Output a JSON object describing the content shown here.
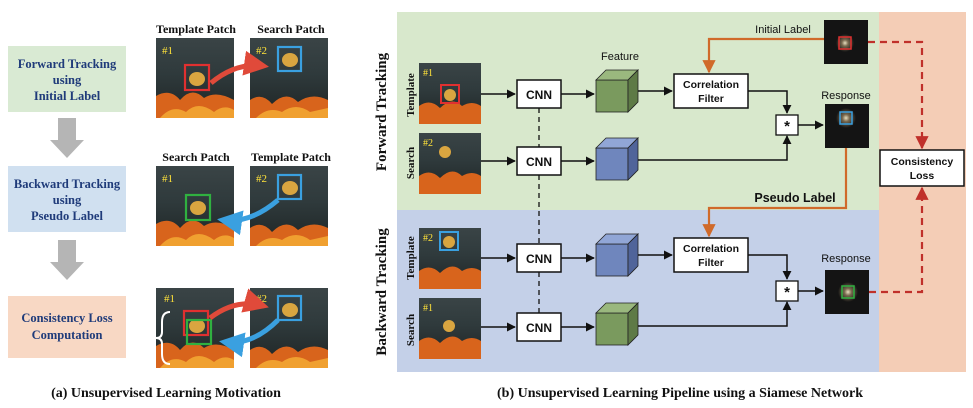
{
  "left": {
    "steps": [
      {
        "lines": [
          "Forward Tracking",
          "using",
          "Initial Label"
        ],
        "fill": "#d9ead3"
      },
      {
        "lines": [
          "Backward Tracking",
          "using",
          "Pseudo Label"
        ],
        "fill": "#d0e0f0"
      },
      {
        "lines": [
          "Consistency Loss",
          "Computation"
        ],
        "fill": "#f8d8c4"
      }
    ],
    "row1": {
      "left_title": "Template Patch",
      "right_title": "Search Patch",
      "left_id": "#1",
      "right_id": "#2"
    },
    "row2": {
      "left_title": "Search Patch",
      "right_title": "Template Patch",
      "left_id": "#1",
      "right_id": "#2"
    },
    "row3": {
      "left_id": "#1",
      "right_id": "#2"
    },
    "caption": "(a)  Unsupervised Learning Motivation"
  },
  "right": {
    "forward_label": "Forward  Tracking",
    "backward_label": "Backward  Tracking",
    "template_label": "Template",
    "search_label": "Search",
    "cnn_label": "CNN",
    "feature_label": "Feature",
    "correlation_filter_label": [
      "Correlation",
      "Filter"
    ],
    "response_label": "Response",
    "initial_label": "Initial Label",
    "pseudo_label": "Pseudo Label",
    "consistency_loss_label": [
      "Consistency",
      "Loss"
    ],
    "conv_symbol": "*",
    "img_ids": {
      "fwd_template": "#1",
      "fwd_search": "#2",
      "bwd_template": "#2",
      "bwd_search": "#1"
    },
    "caption": "(b)  Unsupervised Learning Pipeline using a Siamese Network"
  },
  "colors": {
    "forward_bg": "#d8e8cc",
    "backward_bg": "#c4d0e8",
    "loss_bg": "#f4cdb6",
    "green_cube": "#7a9a5e",
    "blue_cube": "#6f86bd",
    "orange_arrow": "#d06a2a",
    "red_dashed": "#c0302a",
    "red_box": "#e03030",
    "blue_box": "#3aa0e0",
    "green_box": "#30b040"
  }
}
